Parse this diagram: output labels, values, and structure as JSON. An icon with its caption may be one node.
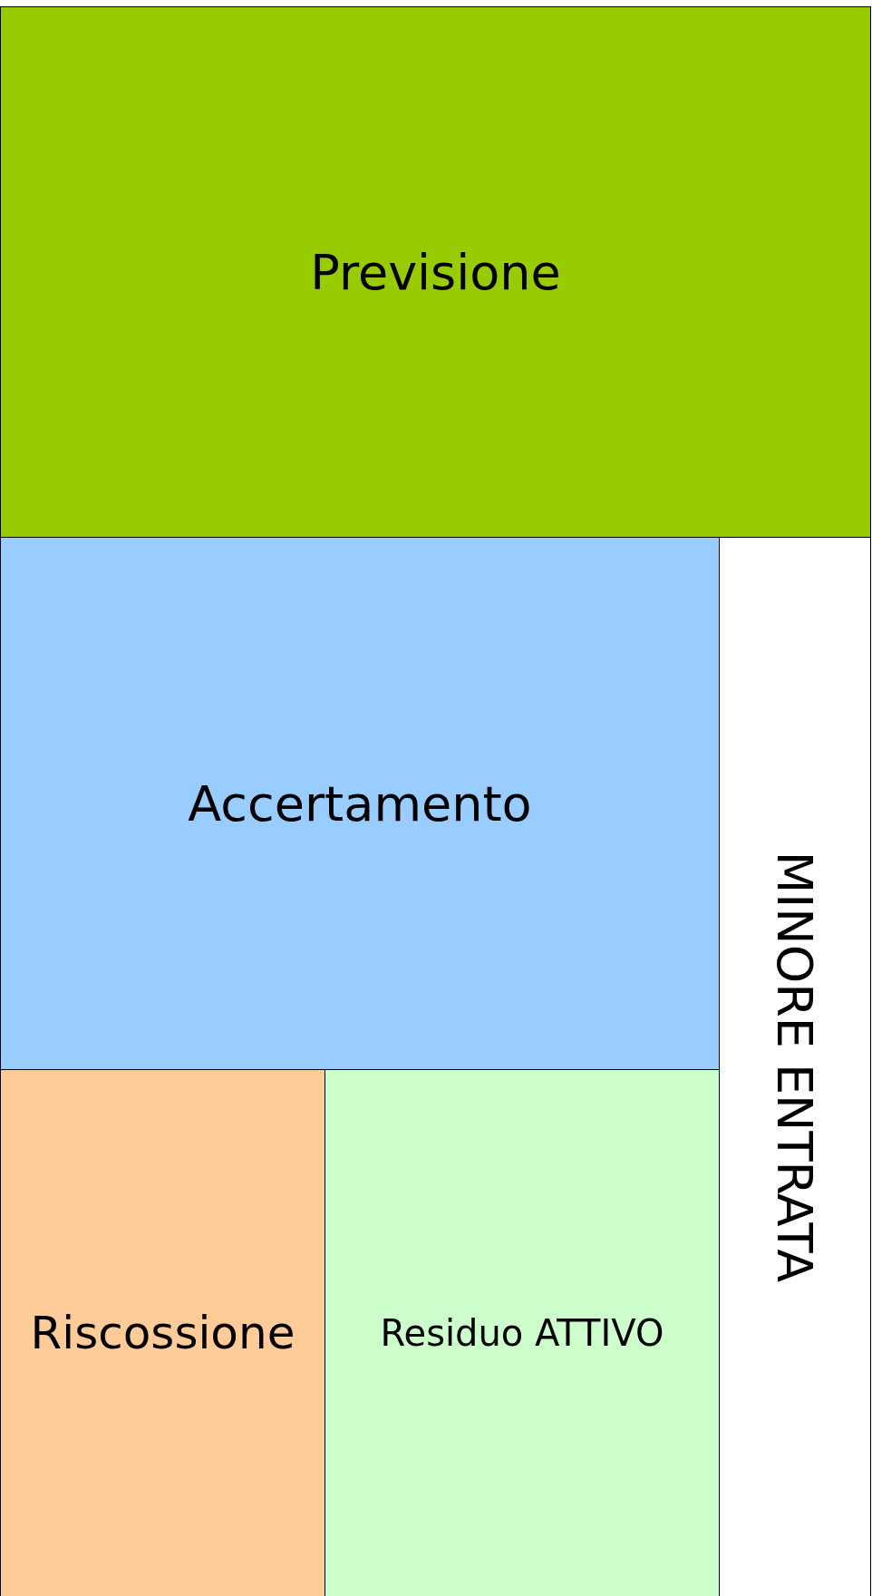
{
  "diagram": {
    "nodes": [
      {
        "text": [
          "Previsione"
        ]
      },
      {
        "text": [
          "Accertamento"
        ]
      },
      {
        "text": [
          "Riscossione"
        ]
      },
      {
        "text": [
          "Residuo ATTIVO"
        ]
      },
      {
        "text": [
          "MINORE ENTRATA"
        ]
      }
    ]
  }
}
